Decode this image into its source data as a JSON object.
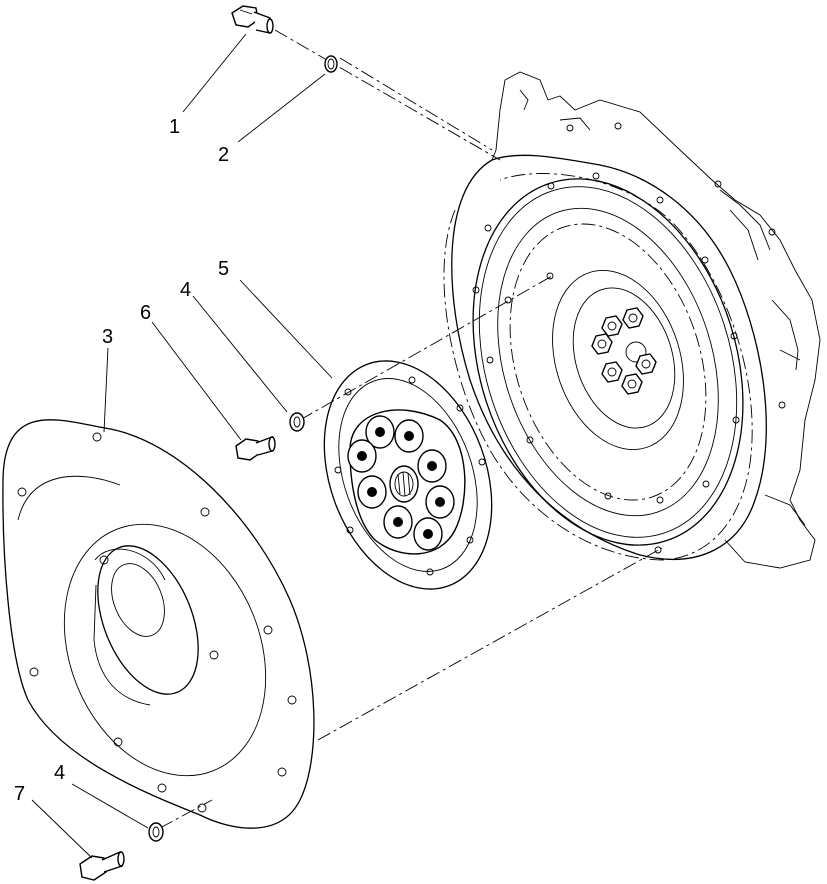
{
  "diagram": {
    "type": "exploded parts view",
    "callouts": [
      {
        "id": "c1",
        "label": "1"
      },
      {
        "id": "c2",
        "label": "2"
      },
      {
        "id": "c3",
        "label": "3"
      },
      {
        "id": "c4a",
        "label": "4"
      },
      {
        "id": "c4b",
        "label": "4"
      },
      {
        "id": "c5",
        "label": "5"
      },
      {
        "id": "c6",
        "label": "6"
      },
      {
        "id": "c7",
        "label": "7"
      }
    ]
  }
}
